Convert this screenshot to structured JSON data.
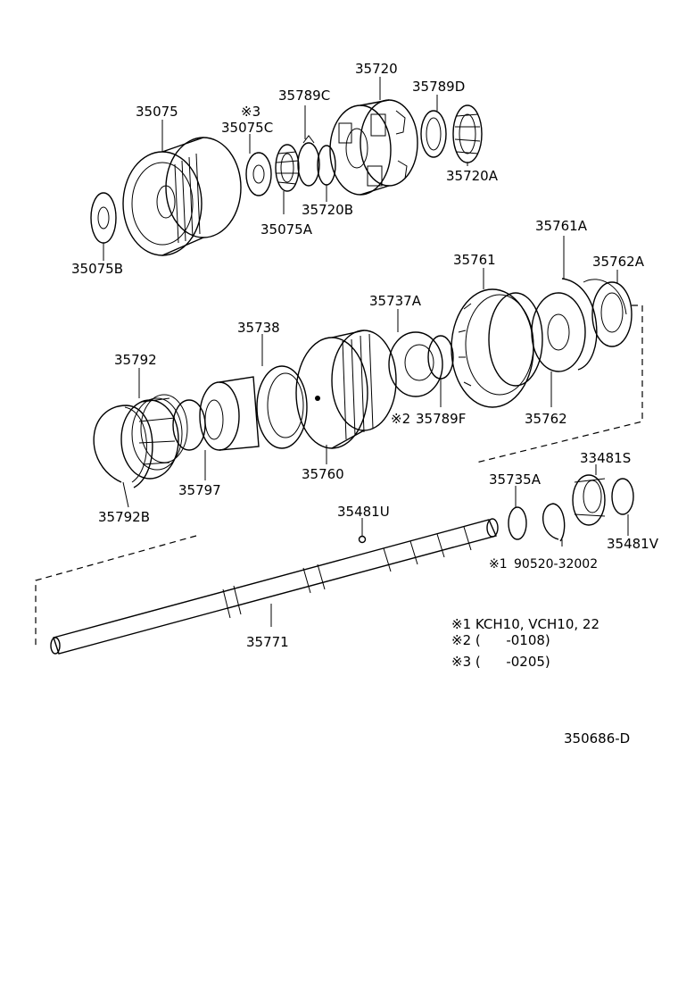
{
  "labels": {
    "p35720": "35720",
    "p35789D": "35789D",
    "p35789C": "35789C",
    "p35075": "35075",
    "mark3": "※3",
    "p35075C": "35075C",
    "p35720A": "35720A",
    "p35720B": "35720B",
    "p35075A": "35075A",
    "p35075B": "35075B",
    "p35761A": "35761A",
    "p35761": "35761",
    "p35762A": "35762A",
    "p35737A": "35737A",
    "p35738": "35738",
    "p35792": "35792",
    "mark2": "※2",
    "p35789F": "35789F",
    "p35762": "35762",
    "p35760": "35760",
    "p35797": "35797",
    "p35792B": "35792B",
    "p33481S": "33481S",
    "p35735A": "35735A",
    "p35481U": "35481U",
    "p35481V": "35481V",
    "mark1": "※1",
    "p90520": "90520-32002",
    "p35771": "35771"
  },
  "notes": [
    "※1 KCH10, VCH10, 22",
    "※2 (      -0108)",
    "※3 (      -0205)"
  ],
  "figure_id": "350686-D"
}
